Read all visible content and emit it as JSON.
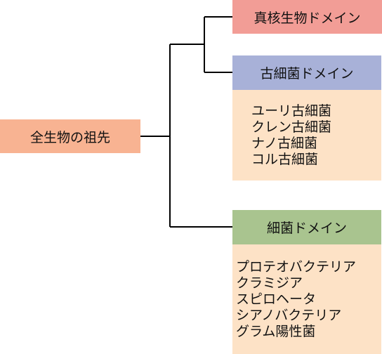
{
  "nodes": {
    "root": {
      "label": "全生物の祖先",
      "color": "#f8b392"
    },
    "eukarya": {
      "label": "真核生物ドメイン",
      "color": "#f29d96"
    },
    "archaea": {
      "label": "古細菌ドメイン",
      "color": "#a8b1d8",
      "list_color": "#fde2c6",
      "members": [
        "ユーリ古細菌",
        "クレン古細菌",
        "ナノ古細菌",
        "コル古細菌"
      ]
    },
    "bacteria": {
      "label": "細菌ドメイン",
      "color": "#a9c48f",
      "list_color": "#fde2c6",
      "members": [
        "プロテオバクテリア",
        "クラミジア",
        "スピロヘータ",
        "シアノバクテリア",
        "グラム陽性菌"
      ]
    }
  },
  "line_color": "#000000"
}
